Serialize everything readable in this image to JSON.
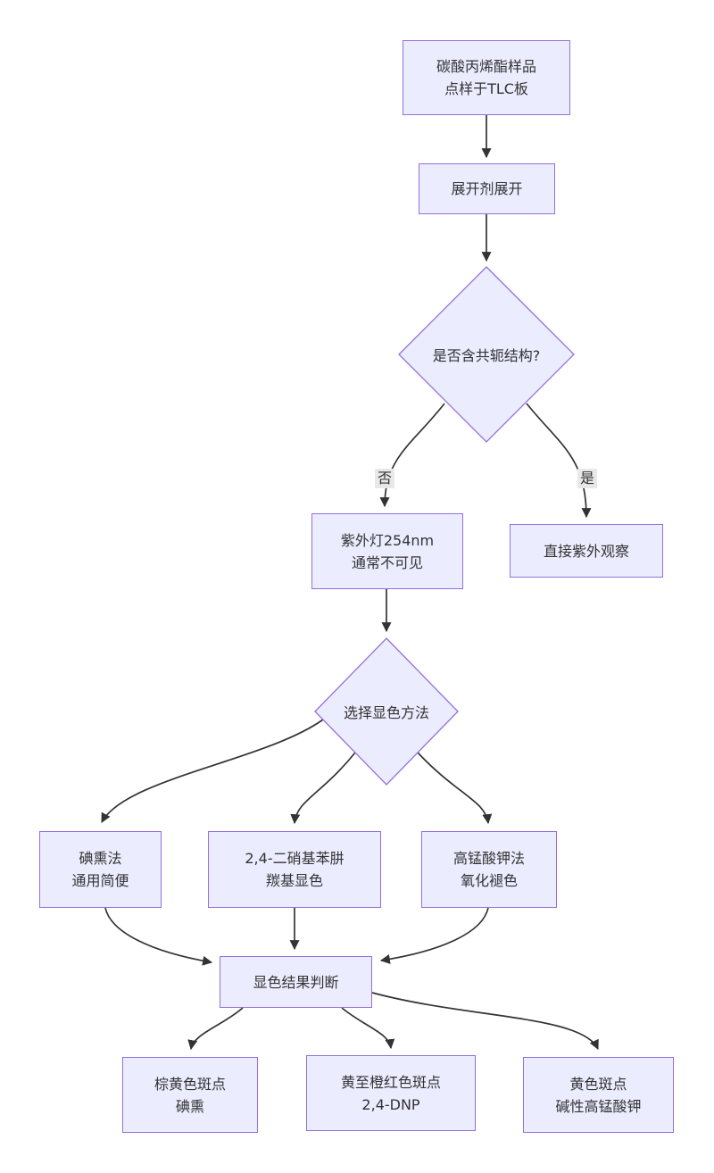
{
  "diagram": {
    "type": "flowchart",
    "direction": "top-down",
    "nodes": {
      "sample": {
        "shape": "rect",
        "lines": [
          "碳酸丙烯酯样品",
          "点样于TLC板"
        ]
      },
      "develop": {
        "shape": "rect",
        "lines": [
          "展开剂展开"
        ]
      },
      "conjugated": {
        "shape": "diamond",
        "lines": [
          "是否含共轭结构?"
        ]
      },
      "uv254": {
        "shape": "rect",
        "lines": [
          "紫外灯254nm",
          "通常不可见"
        ]
      },
      "direct_uv": {
        "shape": "rect",
        "lines": [
          "直接紫外观察"
        ]
      },
      "choose": {
        "shape": "diamond",
        "lines": [
          "选择显色方法"
        ]
      },
      "iodine": {
        "shape": "rect",
        "lines": [
          "碘熏法",
          "通用简便"
        ]
      },
      "dnp": {
        "shape": "rect",
        "lines": [
          "2,4-二硝基苯肼",
          "羰基显色"
        ]
      },
      "kmno4": {
        "shape": "rect",
        "lines": [
          "高锰酸钾法",
          "氧化褪色"
        ]
      },
      "judge": {
        "shape": "rect",
        "lines": [
          "显色结果判断"
        ]
      },
      "result_iodine": {
        "shape": "rect",
        "lines": [
          "棕黄色斑点",
          "碘熏"
        ]
      },
      "result_dnp": {
        "shape": "rect",
        "lines": [
          "黄至橙红色斑点",
          "2,4-DNP"
        ]
      },
      "result_kmno4": {
        "shape": "rect",
        "lines": [
          "黄色斑点",
          "碱性高锰酸钾"
        ]
      }
    },
    "edge_labels": {
      "no": "否",
      "yes": "是"
    },
    "edges": [
      {
        "from": "sample",
        "to": "develop"
      },
      {
        "from": "develop",
        "to": "conjugated"
      },
      {
        "from": "conjugated",
        "to": "uv254",
        "label": "否"
      },
      {
        "from": "conjugated",
        "to": "direct_uv",
        "label": "是"
      },
      {
        "from": "uv254",
        "to": "choose"
      },
      {
        "from": "choose",
        "to": "iodine"
      },
      {
        "from": "choose",
        "to": "dnp"
      },
      {
        "from": "choose",
        "to": "kmno4"
      },
      {
        "from": "iodine",
        "to": "judge"
      },
      {
        "from": "dnp",
        "to": "judge"
      },
      {
        "from": "kmno4",
        "to": "judge"
      },
      {
        "from": "judge",
        "to": "result_iodine"
      },
      {
        "from": "judge",
        "to": "result_dnp"
      },
      {
        "from": "judge",
        "to": "result_kmno4"
      }
    ],
    "colors": {
      "background": "#FFFFFF",
      "node_fill": "#ECECFF",
      "node_border": "#9370DB",
      "edge_color": "#333333",
      "text_color": "#333333",
      "edge_label_bg": "#E8E8E8"
    }
  }
}
